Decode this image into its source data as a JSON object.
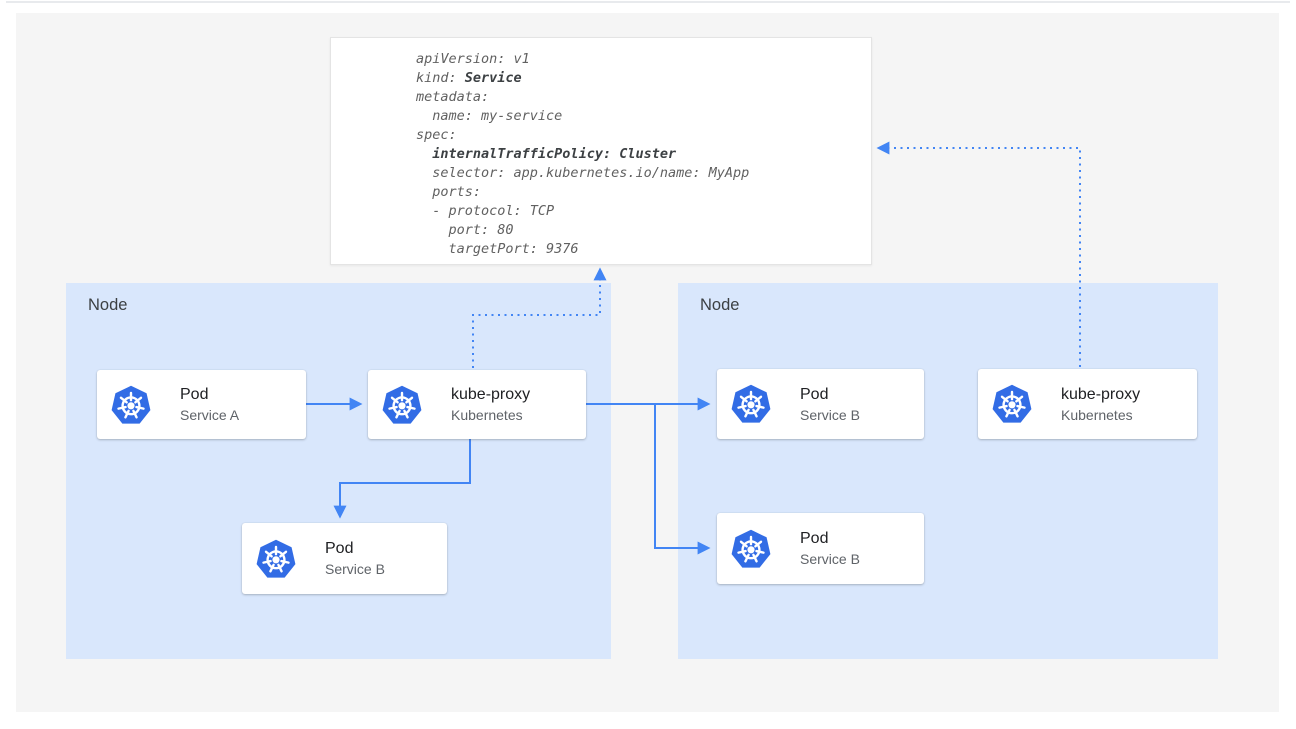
{
  "colors": {
    "arrow_blue": "#4285f4",
    "kubernetes_blue": "#326ce5",
    "node_fill": "#d9e7fc",
    "panel_gray": "#f5f5f5",
    "code_text": "#616161",
    "code_bold": "#3c4043"
  },
  "yaml_box": {
    "lines": [
      {
        "segments": [
          {
            "text": "apiVersion: v1",
            "bold": false
          }
        ]
      },
      {
        "segments": [
          {
            "text": "kind: ",
            "bold": false
          },
          {
            "text": "Service",
            "bold": true
          }
        ]
      },
      {
        "segments": [
          {
            "text": "metadata:",
            "bold": false
          }
        ]
      },
      {
        "segments": [
          {
            "text": "  name: my-service",
            "bold": false
          }
        ]
      },
      {
        "segments": [
          {
            "text": "spec:",
            "bold": false
          }
        ]
      },
      {
        "segments": [
          {
            "text": "  ",
            "bold": false
          },
          {
            "text": "internalTrafficPolicy: Cluster",
            "bold": true
          }
        ]
      },
      {
        "segments": [
          {
            "text": "  selector: app.kubernetes.io/name: MyApp",
            "bold": false
          }
        ]
      },
      {
        "segments": [
          {
            "text": "  ports:",
            "bold": false
          }
        ]
      },
      {
        "segments": [
          {
            "text": "  - protocol: TCP",
            "bold": false
          }
        ]
      },
      {
        "segments": [
          {
            "text": "    port: 80",
            "bold": false
          }
        ]
      },
      {
        "segments": [
          {
            "text": "    targetPort: 9376",
            "bold": false
          }
        ]
      }
    ]
  },
  "nodes": [
    {
      "label": "Node",
      "cards": [
        {
          "title": "Pod",
          "subtitle": "Service A",
          "icon": "kubernetes-icon"
        },
        {
          "title": "kube-proxy",
          "subtitle": "Kubernetes",
          "icon": "kubernetes-icon"
        },
        {
          "title": "Pod",
          "subtitle": "Service B",
          "icon": "kubernetes-icon"
        }
      ]
    },
    {
      "label": "Node",
      "cards": [
        {
          "title": "Pod",
          "subtitle": "Service B",
          "icon": "kubernetes-icon"
        },
        {
          "title": "Pod",
          "subtitle": "Service B",
          "icon": "kubernetes-icon"
        },
        {
          "title": "kube-proxy",
          "subtitle": "Kubernetes",
          "icon": "kubernetes-icon"
        }
      ]
    }
  ],
  "edges": [
    {
      "from": "pod-service-a",
      "to": "kube-proxy-left",
      "style": "solid"
    },
    {
      "from": "kube-proxy-left",
      "to": "pod-service-b-left",
      "style": "solid"
    },
    {
      "from": "kube-proxy-left",
      "to": "pod-service-b-right-top",
      "style": "solid"
    },
    {
      "from": "kube-proxy-left",
      "to": "pod-service-b-right-bottom",
      "style": "solid"
    },
    {
      "from": "kube-proxy-left",
      "to": "service-yaml",
      "style": "dotted"
    },
    {
      "from": "kube-proxy-right",
      "to": "service-yaml",
      "style": "dotted"
    }
  ]
}
